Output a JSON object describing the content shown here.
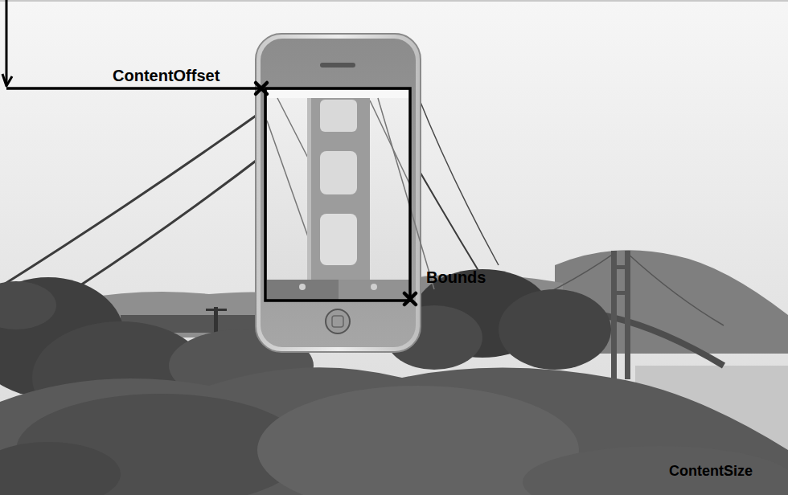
{
  "diagram": {
    "labels": [
      "ContentOffset",
      "Bounds",
      "ContentSize"
    ]
  }
}
